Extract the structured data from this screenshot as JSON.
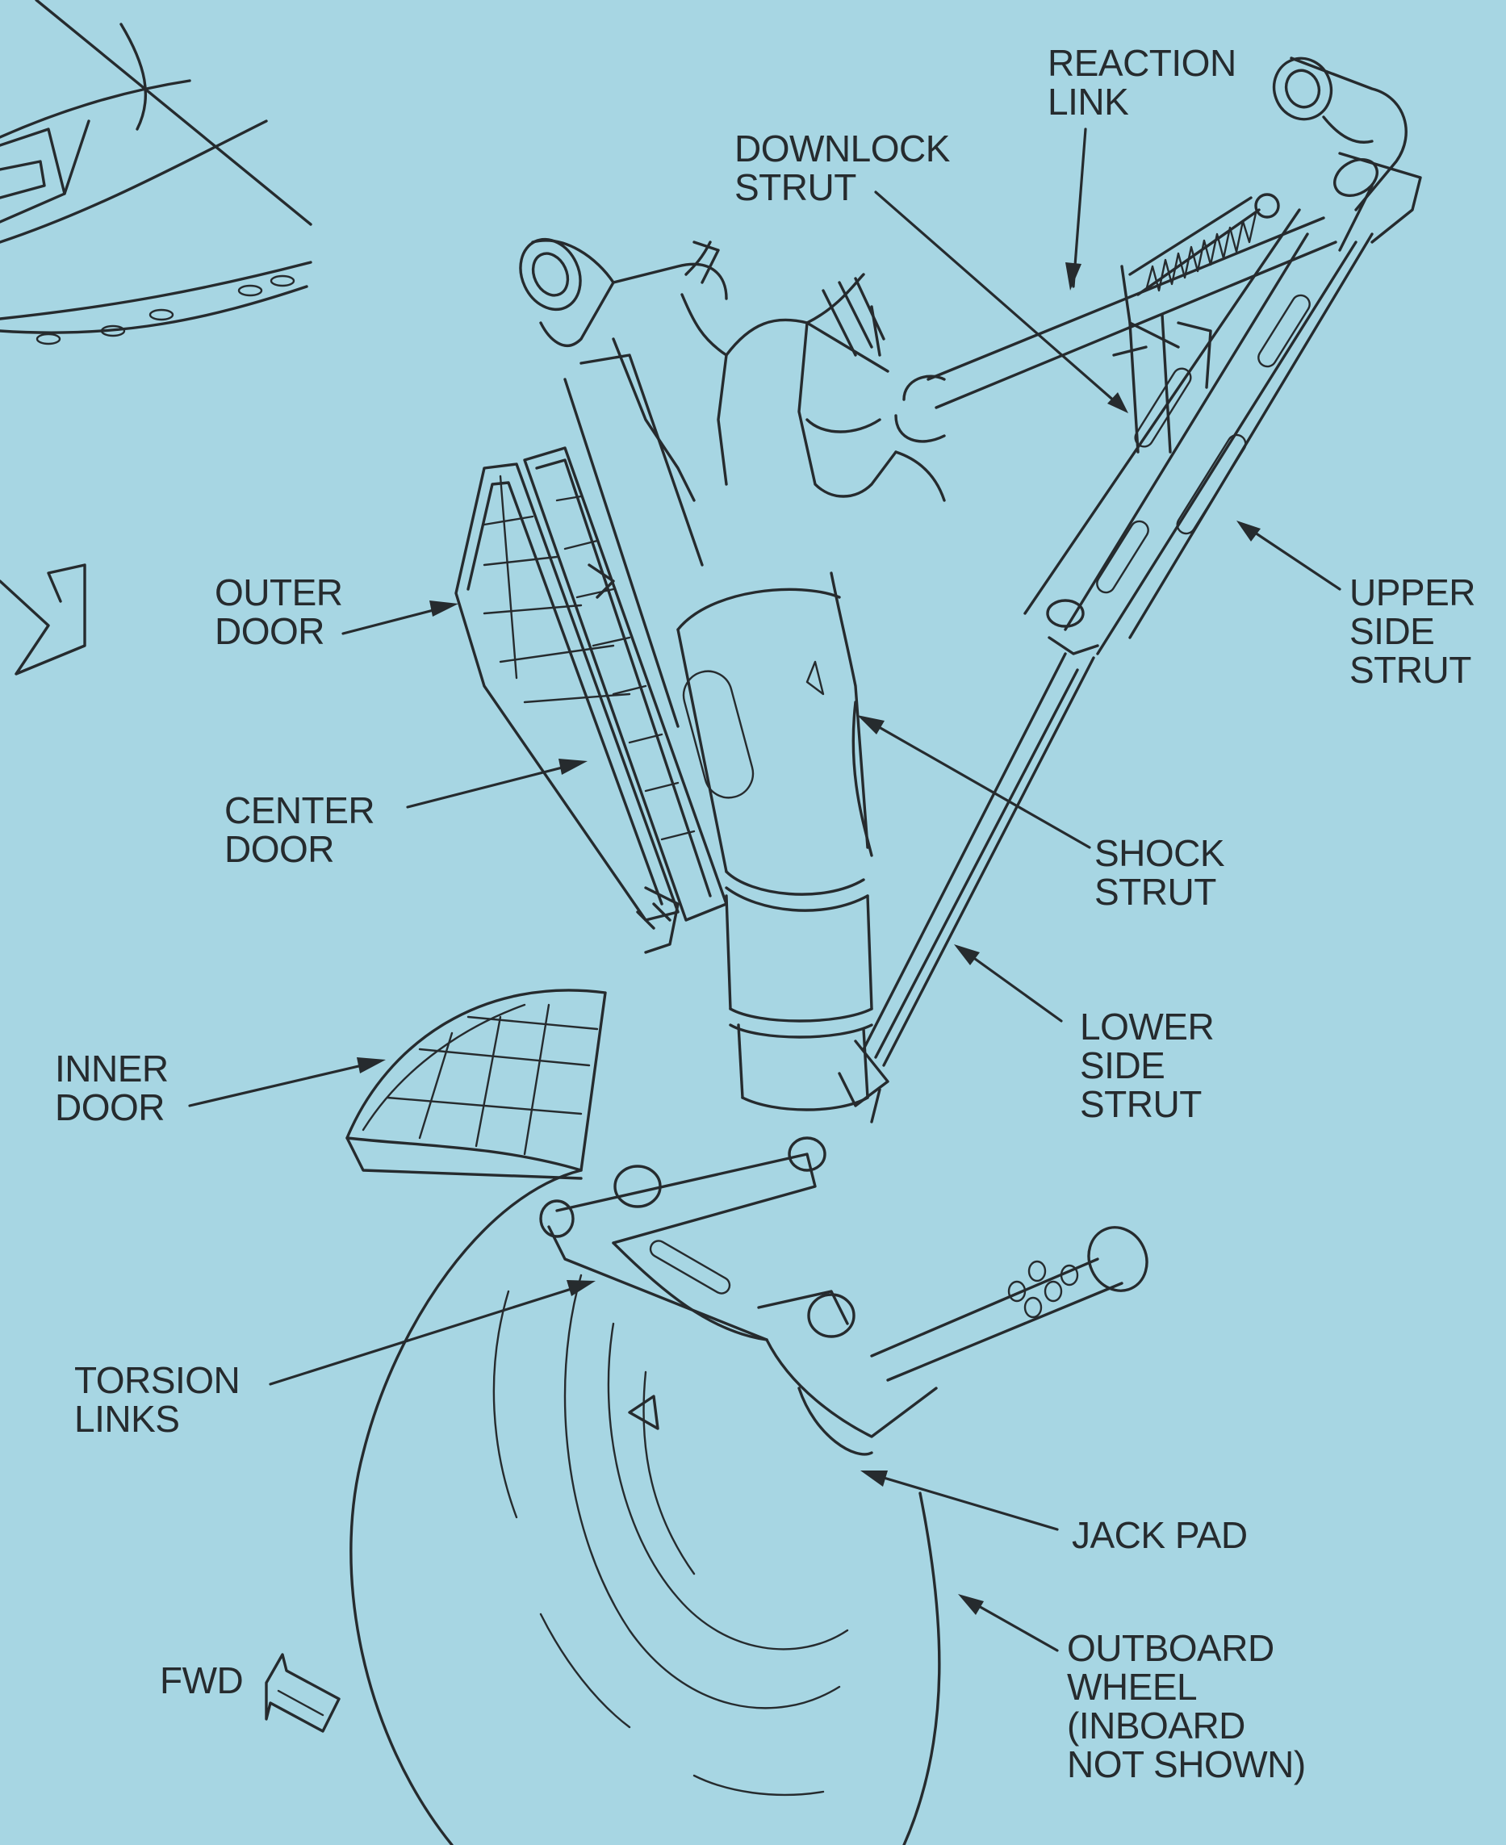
{
  "colors": {
    "background": "#a7d6e3",
    "ink": "#262b2e"
  },
  "labels": {
    "reaction_link": "REACTION\nLINK",
    "downlock_strut": "DOWNLOCK\nSTRUT",
    "outer_door": "OUTER\nDOOR",
    "upper_side_strut": "UPPER\nSIDE\nSTRUT",
    "center_door": "CENTER\nDOOR",
    "shock_strut": "SHOCK\nSTRUT",
    "lower_side_strut": "LOWER\nSIDE\nSTRUT",
    "inner_door": "INNER\nDOOR",
    "torsion_links": "TORSION\nLINKS",
    "jack_pad": "JACK PAD",
    "outboard_wheel": "OUTBOARD\nWHEEL\n(INBOARD\nNOT SHOWN)",
    "fwd": "FWD"
  },
  "icons": {
    "forward_arrow": "forward-arrow-icon",
    "direction_arrow": "direction-arrow-icon"
  }
}
